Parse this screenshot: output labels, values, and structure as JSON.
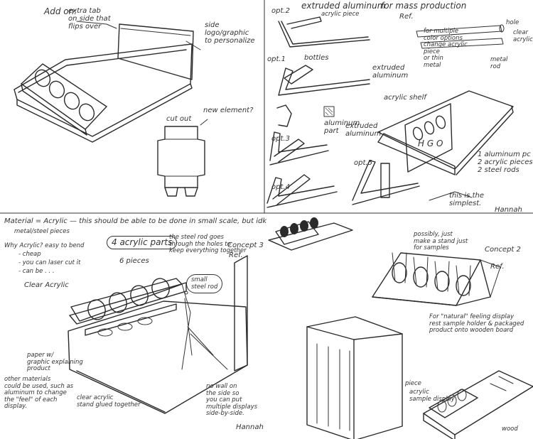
{
  "sketch1": {
    "addon": "Add on:",
    "extra_tab": "extra tab\non side that\nflips over",
    "side_logo": "side\nlogo/graphic\nto personalize"
  },
  "cutout": {
    "cut_out": "cut out",
    "new_element": "new element?"
  },
  "top_right": {
    "opt2": "opt.2",
    "opt1": "opt.1",
    "opt3": "opt.3",
    "opt4": "opt.4",
    "opt5": "opt.5",
    "extruded_aluminum_top": "extruded aluminum",
    "for_mass_production": "for mass production",
    "ref": "Ref.",
    "acrylic_piece": "acrylic piece",
    "bottles": "bottles",
    "extruded_aluminum_mid": "extruded\naluminum",
    "aluminum_part": "aluminum\npart",
    "extruded_aluminum_vertical": "extruded\naluminum",
    "multiple_options": "for multiple\ncolor options\nchange acrylic\npiece\nor thin\nmetal",
    "hole": "hole",
    "clear_acrylic": "clear\nacrylic",
    "metal_rod": "metal\nrod",
    "acrylic_shelf": "acrylic shelf",
    "hgo": "H G O",
    "parts_list": "1 aluminum pc\n2 acrylic pieces\n2 steel rods",
    "simplest": "this is the\nsimplest.",
    "signature": "Hannah"
  },
  "bottom_left": {
    "material": "Material = Acrylic — this should be able to be done in small scale, but idk",
    "metal_steel": "metal/steel pieces",
    "why_acrylic": "Why Acrylic? easy to bend",
    "cheap": "- cheap",
    "laser": "- you can laser cut it",
    "can_be": "- can be . . .",
    "four_parts": "4 acrylic parts",
    "six_pieces": "6 pieces",
    "steel_rod_note": "the steel rod goes\nthrough the holes to\nkeep everything together",
    "concept": "Concept 3",
    "ref": "Ref.",
    "small_steel_rod": "small\nsteel rod",
    "clear_acrylic": "Clear Acrylic",
    "paper_graphic": "paper w/\ngraphic explaining\nproduct",
    "other_materials": "other materials\ncould be used, such as\naluminum to change\nthe \"feel\" of each\ndisplay.",
    "stand_glued": "clear acrylic\nstand glued together",
    "no_wall": "no wall on\nthe side so\nyou can put\nmultiple displays\nside-by-side.",
    "signature": "Hannah"
  },
  "bottom_right": {
    "possibly": "possibly, just\nmake a stand just\nfor samples",
    "concept": "Concept 2",
    "ref": "Ref.",
    "natural": "For \"natural\" feeling display\nrest sample holder & packaged\nproduct onto wooden board",
    "piece": "piece",
    "acrylic_sample": "acrylic\nsample display",
    "wood": "wood"
  }
}
